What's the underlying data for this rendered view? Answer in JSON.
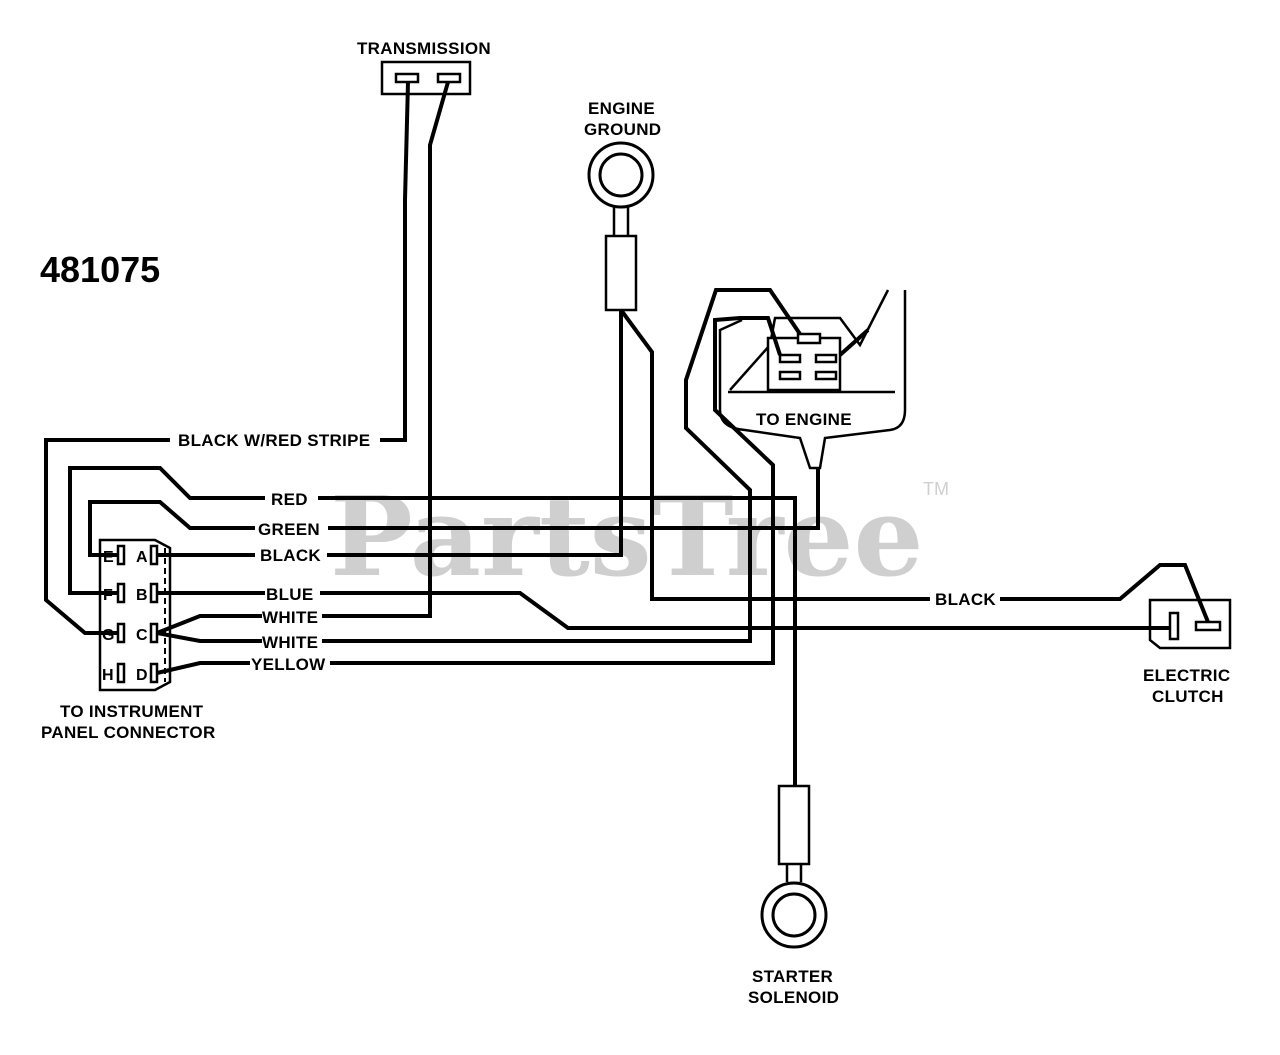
{
  "part_number": "481075",
  "watermark": {
    "text": "PartsTree",
    "trademark": "TM"
  },
  "components": {
    "transmission": "TRANSMISSION",
    "engine_ground": [
      "ENGINE",
      "GROUND"
    ],
    "to_engine": "TO ENGINE",
    "electric_clutch": [
      "ELECTRIC",
      "CLUTCH"
    ],
    "starter_solenoid": [
      "STARTER",
      "SOLENOID"
    ],
    "instrument_panel_connector": [
      "TO INSTRUMENT",
      "PANEL CONNECTOR"
    ]
  },
  "connector_pins": {
    "left": [
      "E",
      "F",
      "G",
      "H"
    ],
    "right": [
      "A",
      "B",
      "C",
      "D"
    ]
  },
  "wires": {
    "black_red_stripe": "BLACK W/RED STRIPE",
    "red": "RED",
    "green": "GREEN",
    "black_a": "BLACK",
    "blue": "BLUE",
    "white_1": "WHITE",
    "white_2": "WHITE",
    "yellow": "YELLOW",
    "black_clutch": "BLACK"
  }
}
